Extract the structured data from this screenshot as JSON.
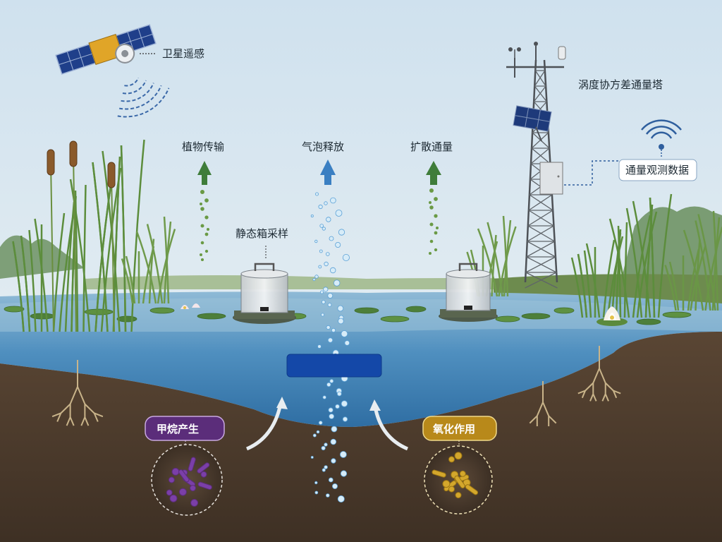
{
  "labels": {
    "satellite": "卫星遥感",
    "eddy_tower": "涡度协方差通量塔",
    "flux_data": "通量观测数据",
    "plant_transport": "植物传输",
    "bubble_release": "气泡释放",
    "diffusion_flux": "扩散通量",
    "static_chamber": "静态箱采样",
    "methane_production": "甲烷产生",
    "oxidation": "氧化作用"
  },
  "colors": {
    "sky": "#dbe9f3",
    "water": "#4d8fbd",
    "soil": "#4a3a2c",
    "plant_arrow": "#3f7d3a",
    "bubble_arrow": "#3a7fc2",
    "methane_tag": "#5b2d7a",
    "oxidation_tag": "#b8891a",
    "hidden_box": "#1448a8"
  },
  "icons": [
    "satellite-icon",
    "signal-icon",
    "static-chamber-icon",
    "cattail-icon",
    "water-lily-icon",
    "microbe-icon"
  ]
}
